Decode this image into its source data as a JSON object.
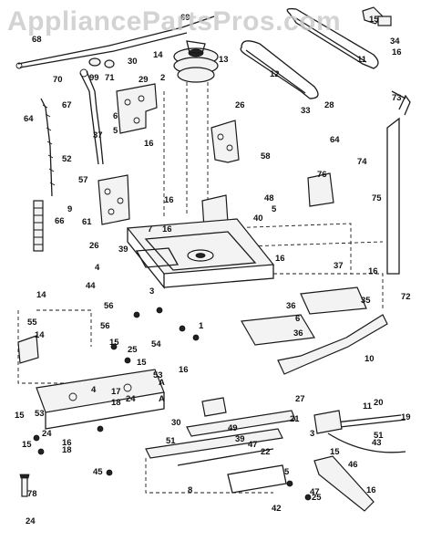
{
  "watermark": "AppliancePartsPros.com",
  "callouts": [
    "69",
    "68",
    "30",
    "99",
    "71",
    "70",
    "67",
    "64",
    "52",
    "37",
    "29",
    "6",
    "5",
    "14",
    "2",
    "13",
    "12",
    "11",
    "15",
    "34",
    "16",
    "73",
    "26",
    "16",
    "58",
    "33",
    "28",
    "64",
    "74",
    "76",
    "57",
    "16",
    "9",
    "61",
    "26",
    "48",
    "40",
    "5",
    "75",
    "7",
    "16",
    "39",
    "16",
    "66",
    "4",
    "44",
    "37",
    "16",
    "14",
    "3",
    "56",
    "36",
    "35",
    "6",
    "36",
    "72",
    "55",
    "1",
    "14",
    "15",
    "56",
    "54",
    "15",
    "53",
    "10",
    "25",
    "4",
    "17",
    "18",
    "24",
    "A",
    "A",
    "16",
    "15",
    "53",
    "15",
    "16",
    "18",
    "27",
    "11",
    "20",
    "30",
    "49",
    "22",
    "43",
    "19",
    "45",
    "51",
    "39",
    "47",
    "8",
    "5",
    "25",
    "16",
    "42",
    "78",
    "24",
    "51",
    "21",
    "3",
    "24",
    "15",
    "46",
    "47",
    "16"
  ]
}
